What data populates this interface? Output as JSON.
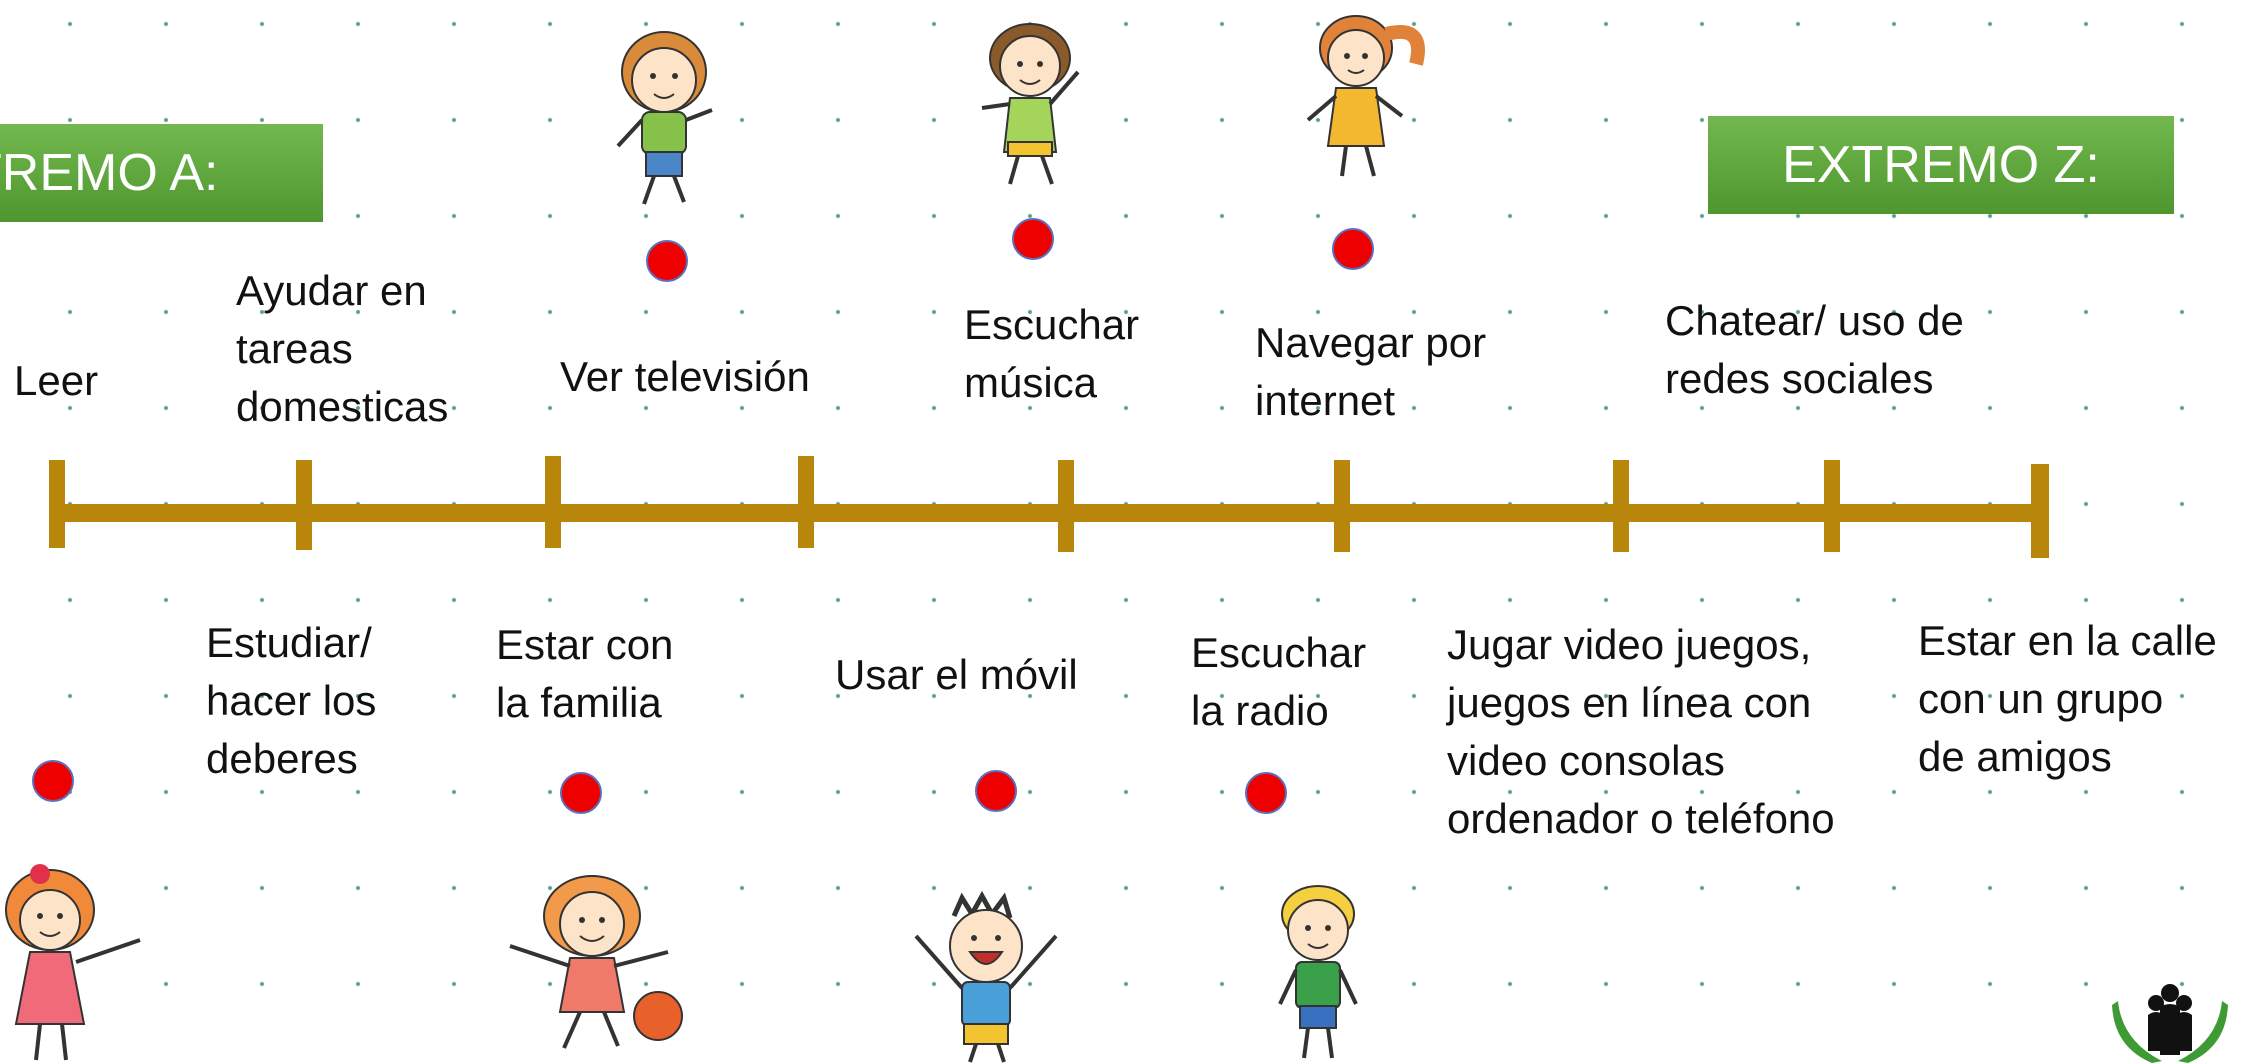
{
  "extreme_a": {
    "label": "TREMO A:"
  },
  "extreme_z": {
    "label": "EXTREMO Z:"
  },
  "activities_top": [
    {
      "label": "Leer"
    },
    {
      "label": "Ayudar en\ntareas\ndomesticas"
    },
    {
      "label": "Ver televisión"
    },
    {
      "label": "Escuchar\nmúsica"
    },
    {
      "label": "Navegar por\ninternet"
    },
    {
      "label": "Chatear/ uso de\nredes sociales"
    }
  ],
  "activities_bottom": [
    {
      "label": "Estudiar/\nhacer los\ndeberes"
    },
    {
      "label": "Estar con\nla familia"
    },
    {
      "label": "Usar el móvil"
    },
    {
      "label": "Escuchar\nla radio"
    },
    {
      "label": "Jugar video juegos,\njuegos en línea con\nvideo consolas\nordenador o teléfono"
    },
    {
      "label": "Estar en la calle\ncon un grupo\nde amigos"
    }
  ],
  "colors": {
    "timeline": "#b8860b",
    "banner": "#5aa53a",
    "marker": "#ee0000",
    "logo": "#3e9a34"
  },
  "icons": [
    "child-illustration",
    "people-logo-icon"
  ]
}
